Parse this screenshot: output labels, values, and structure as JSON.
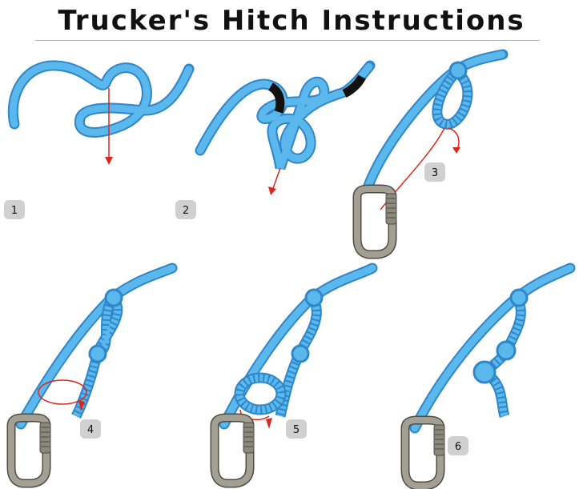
{
  "title": "Trucker's Hitch Instructions",
  "steps": [
    {
      "number": "1"
    },
    {
      "number": "2"
    },
    {
      "number": "3"
    },
    {
      "number": "4"
    },
    {
      "number": "5"
    },
    {
      "number": "6"
    }
  ],
  "colors": {
    "rope_outline": "#2f86c9",
    "rope_fill": "#5bb8ec",
    "arrow": "#d62a20",
    "carabiner": "#a3a093",
    "carabiner_outline": "#4d4c44",
    "badge": "#d0d0d0"
  }
}
